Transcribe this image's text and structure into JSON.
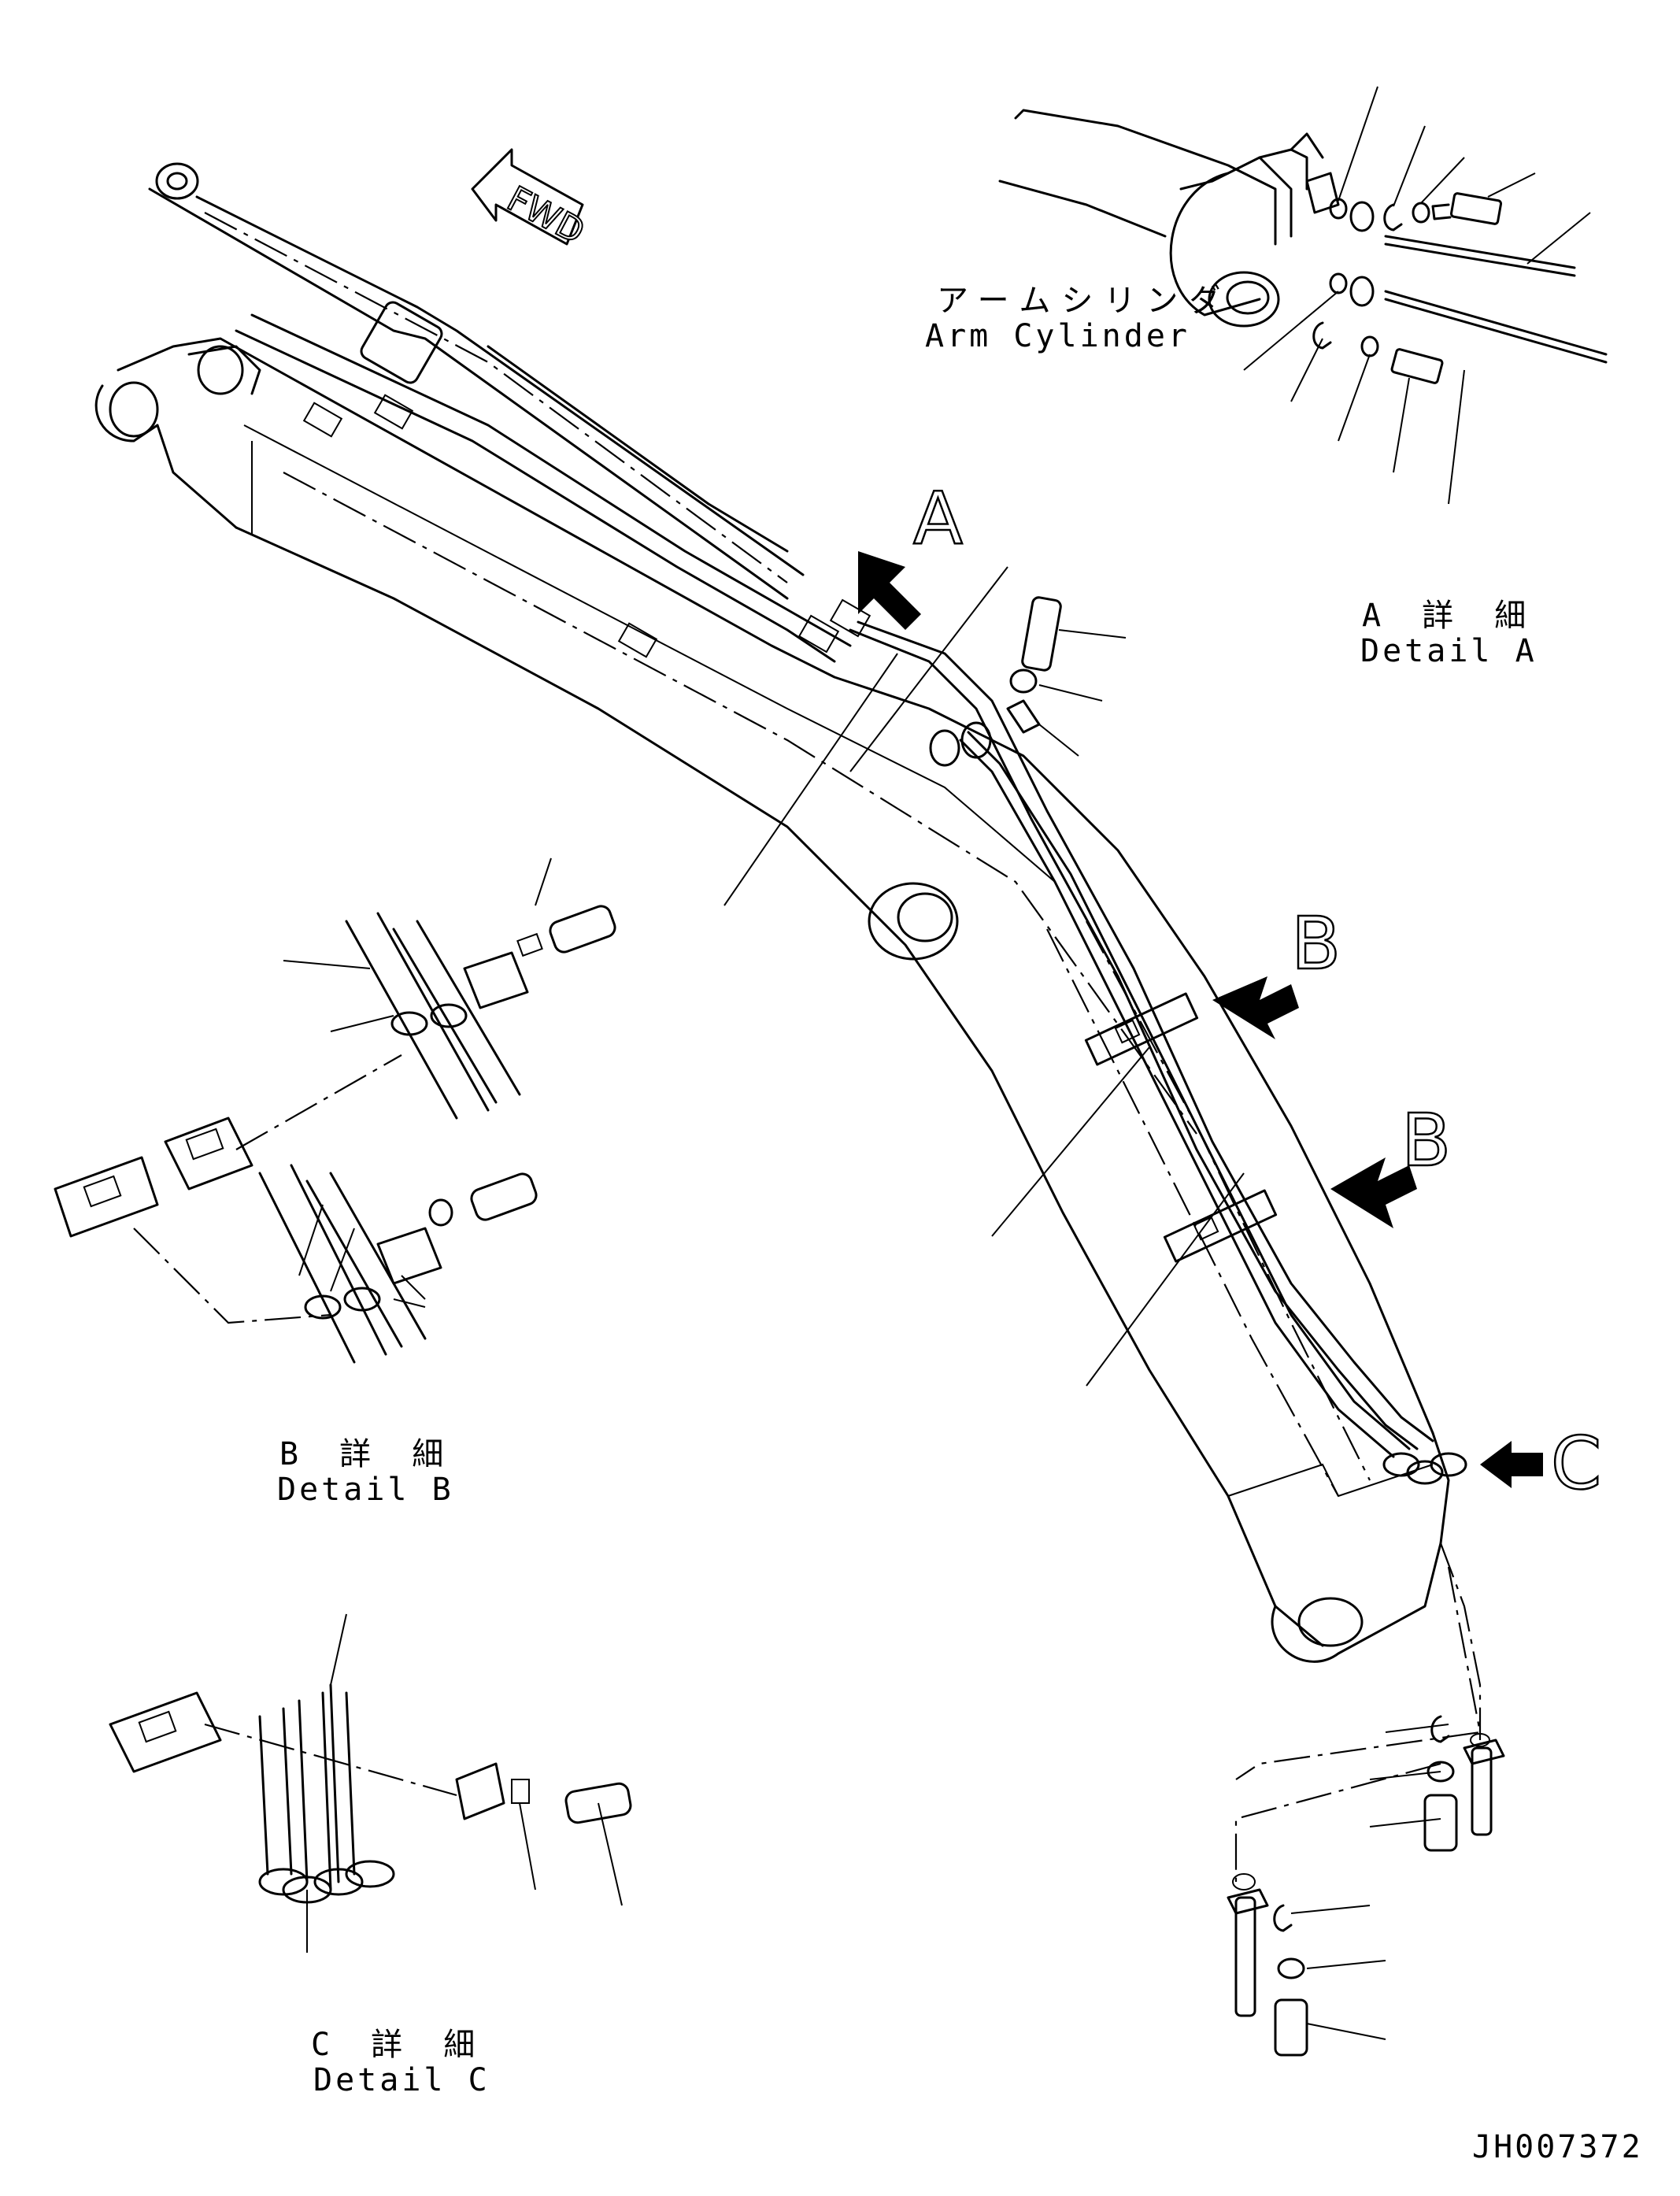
{
  "drawing_code": "JH007372",
  "fwd_label": "FWD",
  "arm_cylinder": {
    "jp": "アームシリンダ",
    "en": "Arm Cylinder"
  },
  "callouts": {
    "a": "A",
    "b_upper": "B",
    "b_lower": "B",
    "c": "C"
  },
  "detail_a": {
    "jp": "A 詳 細",
    "en": "Detail A"
  },
  "detail_b": {
    "jp": "B 詳 細",
    "en": "Detail B"
  },
  "detail_c": {
    "jp": "C 詳 細",
    "en": "Detail C"
  },
  "colors": {
    "ink": "#000000",
    "paper": "#ffffff"
  }
}
